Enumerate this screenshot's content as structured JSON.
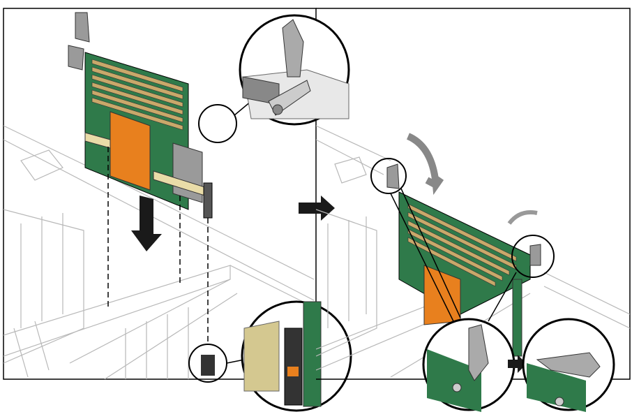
{
  "figure": {
    "kind": "installation-illustration",
    "steps": [
      {
        "name": "insert-card"
      },
      {
        "name": "lock-card"
      }
    ]
  },
  "colors": {
    "board": "#2f7a4a",
    "board_dark": "#1f5a34",
    "dimm": "#c9a86a",
    "heatsink": "#e8801e",
    "connector": "#e9dca8",
    "latch": "#9a9a9a",
    "arrow": "#1a1a1a",
    "chassis_line": "#b8b8b8"
  },
  "icons": [
    "arrow-down-icon",
    "arrow-right-icon",
    "rotate-arrow-icon",
    "magnifier-callout-icon"
  ]
}
